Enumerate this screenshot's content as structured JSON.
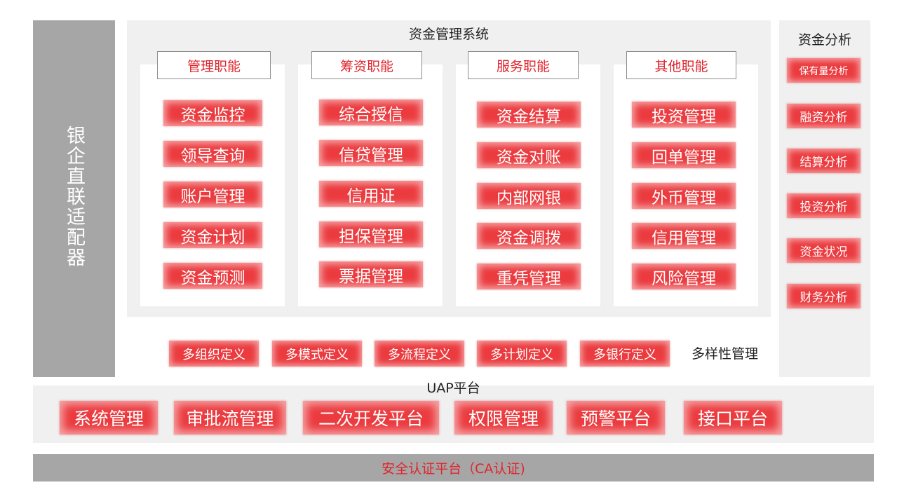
{
  "left_bar": {
    "label": "银企直联适配器"
  },
  "main": {
    "title": "资金管理系统",
    "columns": [
      {
        "header": "管理职能",
        "items": [
          "资金监控",
          "领导查询",
          "账户管理",
          "资金计划",
          "资金预测"
        ]
      },
      {
        "header": "筹资职能",
        "items": [
          "综合授信",
          "信贷管理",
          "信用证",
          "担保管理",
          "票据管理"
        ]
      },
      {
        "header": "服务职能",
        "items": [
          "资金结算",
          "资金对账",
          "内部网银",
          "资金调拨",
          "重凭管理"
        ]
      },
      {
        "header": "其他职能",
        "items": [
          "投资管理",
          "回单管理",
          "外币管理",
          "信用管理",
          "风险管理"
        ]
      }
    ]
  },
  "diversity": {
    "items": [
      "多组织定义",
      "多模式定义",
      "多流程定义",
      "多计划定义",
      "多银行定义"
    ],
    "label": "多样性管理"
  },
  "analysis": {
    "title": "资金分析",
    "items": [
      "保有量分析",
      "融资分析",
      "结算分析",
      "投资分析",
      "资金状况",
      "财务分析"
    ]
  },
  "uap": {
    "title": "UAP平台",
    "items": [
      "系统管理",
      "审批流管理",
      "二次开发平台",
      "权限管理",
      "预警平台",
      "接口平台"
    ]
  },
  "security": {
    "label": "安全认证平台（CA认证)"
  },
  "colors": {
    "accent_red": "#eb3b3f",
    "header_red": "#e0242c",
    "gray_bar": "#a6a6a6",
    "panel_bg": "#f0f0f0"
  }
}
